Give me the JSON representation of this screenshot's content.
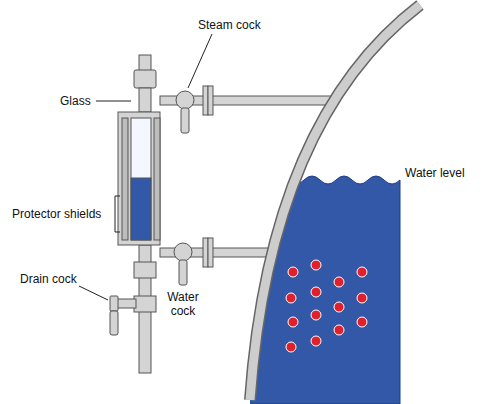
{
  "diagram": {
    "labels": [
      "Steam cock",
      "Glass",
      "Protector shields",
      "Drain cock",
      "Water cock",
      "Water level"
    ]
  }
}
